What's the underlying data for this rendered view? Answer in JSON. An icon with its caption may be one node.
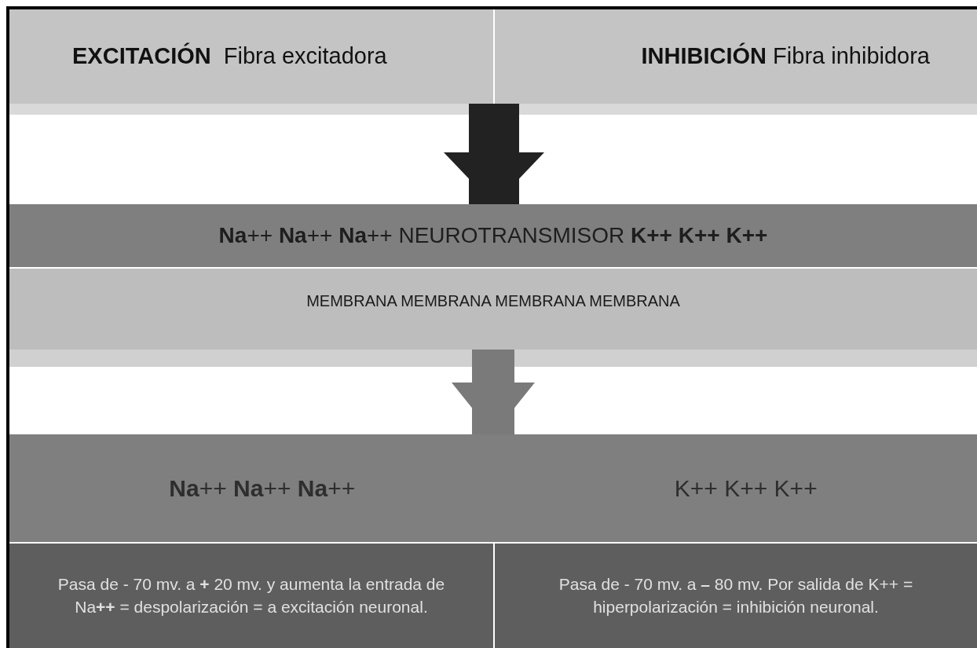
{
  "diagram": {
    "nodes": [
      {
        "text": [
          "**EXCITACIÓN**  Fibra excitadora"
        ]
      },
      {
        "text": [
          "**INHIBICIÓN** Fibra inhibidora"
        ]
      },
      {
        "text": [
          "**Na**++ **Na**++ **Na**++ NEUROTRANSMISOR **K++ K++ K++**"
        ]
      },
      {
        "text": [
          "MEMBRANA MEMBRANA MEMBRANA MEMBRANA"
        ]
      },
      {
        "text": [
          "**Na**++ **Na**++ **Na**++",
          "K++ K++ K++"
        ]
      },
      {
        "text": [
          "Pasa de - 70 mv. a **+** 20 mv. y aumenta la entrada de Na**++** = despolarización = a excitación neuronal."
        ]
      },
      {
        "text": [
          "Pasa de - 70 mv. a **–** 80 mv. Por salida de K++ = hiperpolarización = inhibición neuronal."
        ]
      }
    ],
    "edges": [
      {
        "from": 0,
        "to": 2,
        "arrow": "to"
      },
      {
        "from": 1,
        "to": 2,
        "arrow": "to"
      },
      {
        "from": 3,
        "to": 4,
        "arrow": "to",
        "color": "#7a7a7a"
      }
    ]
  }
}
